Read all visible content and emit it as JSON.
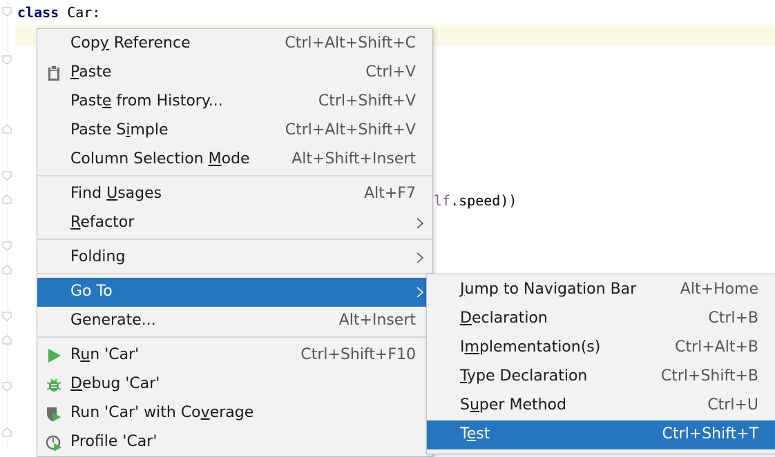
{
  "editor": {
    "line1_keyword": "class",
    "line1_rest": " Car:",
    "line_partial_self": "lf",
    "line_partial_rest": ".speed))"
  },
  "context_menu": {
    "items": [
      {
        "label": "Copy Reference",
        "shortcut": "Ctrl+Alt+Shift+C"
      },
      {
        "label": "Paste",
        "shortcut": "Ctrl+V",
        "icon": "clipboard-icon"
      },
      {
        "label": "Paste from History...",
        "shortcut": "Ctrl+Shift+V"
      },
      {
        "label": "Paste Simple",
        "shortcut": "Ctrl+Alt+Shift+V"
      },
      {
        "label": "Column Selection Mode",
        "shortcut": "Alt+Shift+Insert"
      },
      {
        "label": "Find Usages",
        "shortcut": "Alt+F7"
      },
      {
        "label": "Refactor",
        "shortcut": ""
      },
      {
        "label": "Folding",
        "shortcut": ""
      },
      {
        "label": "Go To",
        "shortcut": "",
        "selected": true
      },
      {
        "label": "Generate...",
        "shortcut": "Alt+Insert"
      },
      {
        "label": "Run 'Car'",
        "shortcut": "Ctrl+Shift+F10",
        "icon": "run-icon"
      },
      {
        "label": "Debug 'Car'",
        "shortcut": "",
        "icon": "debug-icon"
      },
      {
        "label": "Run 'Car' with Coverage",
        "shortcut": "",
        "icon": "coverage-icon"
      },
      {
        "label": "Profile 'Car'",
        "shortcut": "",
        "icon": "profile-icon"
      }
    ]
  },
  "goto_submenu": {
    "items": [
      {
        "label": "Jump to Navigation Bar",
        "shortcut": "Alt+Home"
      },
      {
        "label": "Declaration",
        "shortcut": "Ctrl+B"
      },
      {
        "label": "Implementation(s)",
        "shortcut": "Ctrl+Alt+B"
      },
      {
        "label": "Type Declaration",
        "shortcut": "Ctrl+Shift+B"
      },
      {
        "label": "Super Method",
        "shortcut": "Ctrl+U"
      },
      {
        "label": "Test",
        "shortcut": "Ctrl+Shift+T",
        "selected": true
      }
    ]
  },
  "colors": {
    "selection": "#2675bf",
    "menu_bg": "#f2f2f2",
    "current_line": "#fcf9e5",
    "keyword": "#000080",
    "self_keyword": "#94558d",
    "run_green": "#4caf50"
  }
}
